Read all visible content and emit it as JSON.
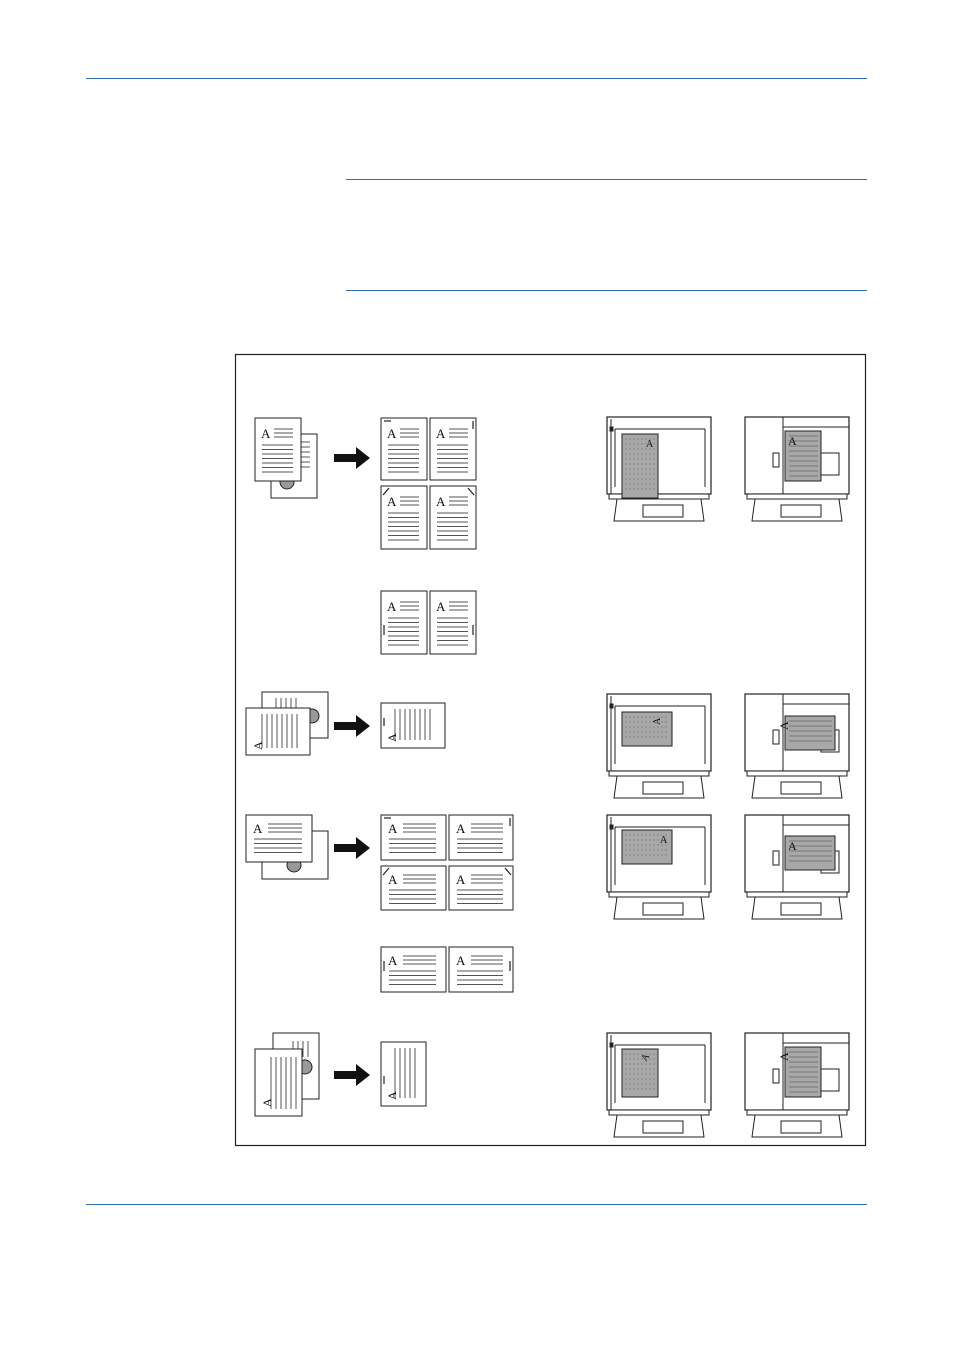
{
  "page": {
    "rule_color": "#2e6db4"
  },
  "figure": {
    "glyph": "A",
    "colors": {
      "line": "#222222",
      "shade": "#a8a8a8",
      "text_line": "#555555",
      "arrow": "#111111"
    },
    "rows": [
      {
        "id": "portrait-original-portrait-output",
        "original": "portrait",
        "outputs": 4,
        "output": "portrait",
        "extra_outputs": 2
      },
      {
        "id": "portrait-original-landscape-output",
        "original": "portrait-rotated",
        "outputs": 1,
        "output": "landscape-rotated",
        "extra_outputs": 0
      },
      {
        "id": "landscape-original-landscape-output",
        "original": "landscape",
        "outputs": 4,
        "output": "landscape",
        "extra_outputs": 2
      },
      {
        "id": "landscape-original-portrait-output",
        "original": "landscape-rotated",
        "outputs": 1,
        "output": "portrait-rotated",
        "extra_outputs": 0
      }
    ]
  }
}
